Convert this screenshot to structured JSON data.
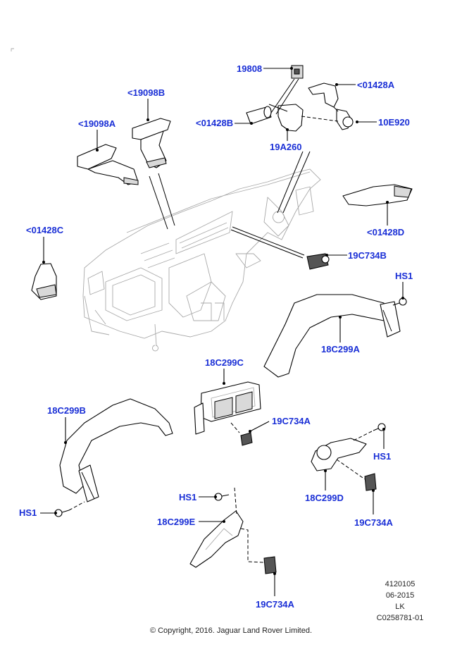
{
  "diagram": {
    "title": "Dashboard ventilation ducts and air distribution parts",
    "label_color": "#1a2fd6",
    "callouts": [
      {
        "id": "19808",
        "text": "19808"
      },
      {
        "id": "01428A",
        "text": "<01428A"
      },
      {
        "id": "19098B",
        "text": "<19098B"
      },
      {
        "id": "01428B",
        "text": "<01428B"
      },
      {
        "id": "10E920",
        "text": "10E920"
      },
      {
        "id": "19098A",
        "text": "<19098A"
      },
      {
        "id": "19A260",
        "text": "19A260"
      },
      {
        "id": "01428D",
        "text": "<01428D"
      },
      {
        "id": "01428C",
        "text": "<01428C"
      },
      {
        "id": "19C734B",
        "text": "19C734B"
      },
      {
        "id": "HS1_a",
        "text": "HS1"
      },
      {
        "id": "18C299A",
        "text": "18C299A"
      },
      {
        "id": "18C299C",
        "text": "18C299C"
      },
      {
        "id": "18C299B",
        "text": "18C299B"
      },
      {
        "id": "19C734A_a",
        "text": "19C734A"
      },
      {
        "id": "HS1_b",
        "text": "HS1"
      },
      {
        "id": "18C299D",
        "text": "18C299D"
      },
      {
        "id": "HS1_c",
        "text": "HS1"
      },
      {
        "id": "HS1_d",
        "text": "HS1"
      },
      {
        "id": "18C299E",
        "text": "18C299E"
      },
      {
        "id": "19C734A_b",
        "text": "19C734A"
      },
      {
        "id": "19C734A_c",
        "text": "19C734A"
      }
    ]
  },
  "metadata": {
    "illustration_number": "4120105",
    "date": "06-2015",
    "author": "LK",
    "code": "C0258781-01"
  },
  "footer": {
    "copyright": "© Copyright, 2016. Jaguar Land Rover Limited."
  }
}
